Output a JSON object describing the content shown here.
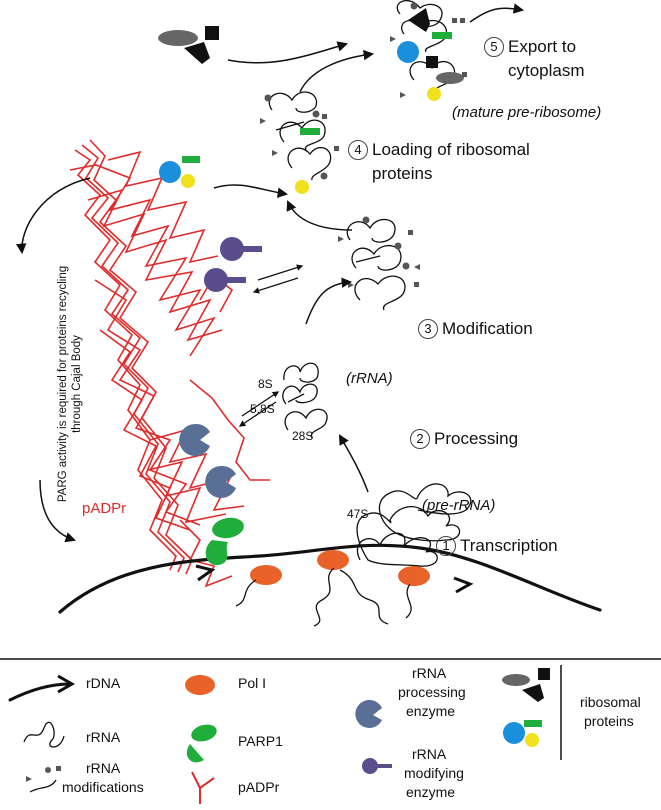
{
  "steps": {
    "s1": {
      "num": "1",
      "label": "Transcription"
    },
    "s2": {
      "num": "2",
      "label": "Processing"
    },
    "s3": {
      "num": "3",
      "label": "Modification"
    },
    "s4": {
      "num": "4",
      "label_line1": "Loading of ribosomal",
      "label_line2": "proteins"
    },
    "s5": {
      "num": "5",
      "label_line1": "Export to",
      "label_line2": "cytoplasm"
    }
  },
  "labels": {
    "pre_rrna": "(pre-rRNA)",
    "rrna": "(rRNA)",
    "mature": "(mature pre-ribosome)",
    "s47": "47S",
    "s8": "8S",
    "s58": "5.8S",
    "s28": "28S",
    "padpr": "pADPr",
    "parg_note": "PARG activity is required for proteins recycling through Cajal Body"
  },
  "legend": {
    "rdna": "rDNA",
    "rrna": "rRNA",
    "rrna_mod_1": "rRNA",
    "rrna_mod_2": "modifications",
    "pol1": "Pol I",
    "parp1": "PARP1",
    "padpr": "pADPr",
    "proc_1": "rRNA",
    "proc_2": "processing",
    "proc_3": "enzyme",
    "mod_1": "rRNA",
    "mod_2": "modifying",
    "mod_3": "enzyme",
    "ribo_1": "ribosomal",
    "ribo_2": "proteins"
  },
  "colors": {
    "padpr_red": "#e02b2b",
    "pol1_orange": "#e8622a",
    "parp1_green": "#1fae3c",
    "processing_blue": "#5a6f96",
    "modifying_purple": "#5b4c8c",
    "protein_blue": "#1a8fdc",
    "protein_yellow": "#f2e01d",
    "protein_green": "#1fae3c",
    "protein_grey": "#555555"
  }
}
